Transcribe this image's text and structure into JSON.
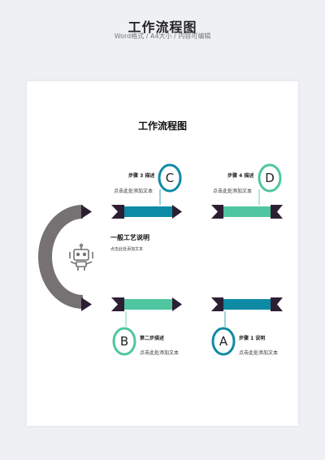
{
  "header": {
    "title": "工作流程图",
    "subtitle": "Word格式 / A4大小 / 内容可编辑"
  },
  "document": {
    "title": "工作流程图",
    "main": {
      "title": "一般工艺说明",
      "desc": "点击此处添加文本",
      "icon": "robot-icon"
    },
    "steps": [
      {
        "id": "A",
        "label": "步骤 1 说明",
        "desc": "点击此处添加文本"
      },
      {
        "id": "B",
        "label": "第二步描述",
        "desc": "点击此处添加文本"
      },
      {
        "id": "C",
        "label": "步骤 3 描述",
        "desc": "点击此处添加文本"
      },
      {
        "id": "D",
        "label": "步骤 4 描述",
        "desc": "点击此处添加文本"
      }
    ]
  },
  "colors": {
    "teal": "#0e8aa5",
    "mint": "#4fc6a0",
    "dark": "#2d1f33",
    "gray": "#767172"
  }
}
